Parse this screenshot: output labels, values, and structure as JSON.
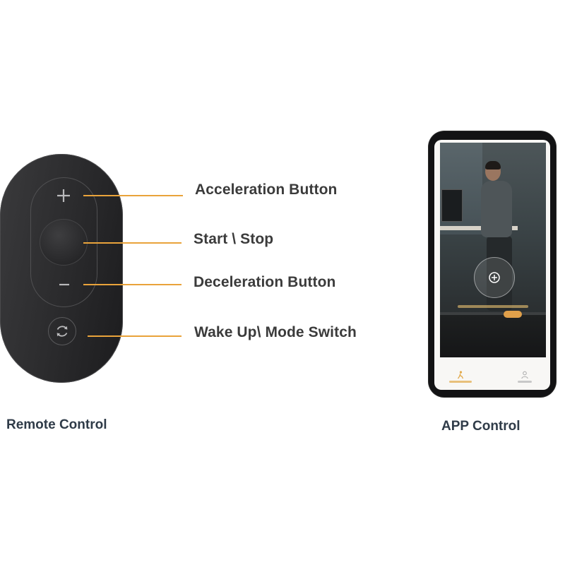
{
  "remote": {
    "callouts": {
      "acceleration": "Acceleration Button",
      "start_stop": "Start \\ Stop",
      "deceleration": "Deceleration Button",
      "wake_mode": "Wake Up\\ Mode Switch"
    },
    "caption": "Remote Control"
  },
  "app": {
    "caption": "APP Control"
  },
  "colors": {
    "leader_line": "#e9a33b",
    "label_text": "#3b3b3b",
    "caption_text": "#2f3b48",
    "remote_body": "#2a2a2c",
    "phone_body": "#121214"
  },
  "icons": {
    "plus": "plus-icon",
    "minus": "minus-icon",
    "wake": "wake-mode-switch-icon",
    "app_start": "start-plus-icon",
    "tab_home": "walking-icon",
    "tab_me": "person-icon"
  }
}
